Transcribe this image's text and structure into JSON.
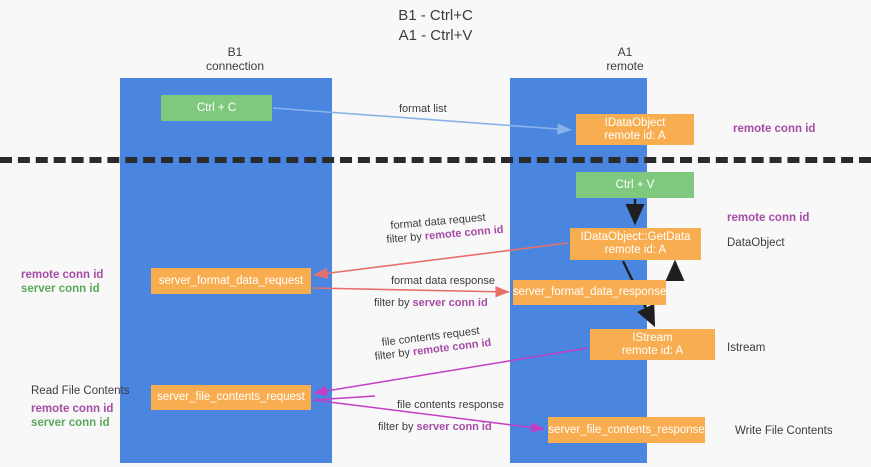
{
  "title": "B1 - Ctrl+C\nA1 - Ctrl+V",
  "lanes": [
    {
      "name": "b1",
      "header": "B1\nconnection",
      "color": "#4a86e0"
    },
    {
      "name": "a1",
      "header": "A1\nremote",
      "color": "#4a86e0"
    }
  ],
  "nodes": {
    "ctrl_c": "Ctrl + C",
    "idataobject": "IDataObject\nremote id: A",
    "ctrl_v": "Ctrl + V",
    "getdata": "IDataObject::GetData\nremote id: A",
    "server_format_data_request": "server_format_data_request",
    "server_format_data_response": "server_format_data_response",
    "istream": "IStream\nremote id: A",
    "server_file_contents_request": "server_file_contents_request",
    "server_file_contents_response": "server_file_contents_response"
  },
  "edges": {
    "format_list": "format list",
    "format_data_request": "format data request",
    "format_data_request_filter_prefix": "filter by ",
    "format_data_request_filter_key": "remote conn id",
    "format_data_response": "format data response",
    "format_data_response_filter_prefix": "filter by ",
    "format_data_response_filter_key": "server conn id",
    "file_contents_request": "file contents request",
    "file_contents_request_filter_prefix": "filter by ",
    "file_contents_request_filter_key": "remote conn id",
    "file_contents_response": "file contents response",
    "file_contents_response_filter_prefix": "filter by ",
    "file_contents_response_filter_key": "server conn id"
  },
  "annotations": {
    "remote_conn_id_top": "remote conn id",
    "remote_conn_id_mid": "remote conn id",
    "dataobject": "DataObject",
    "istream": "Istream",
    "write_file_contents": "Write File Contents",
    "read_file_contents": "Read File Contents",
    "left_mid_remote": "remote conn id",
    "left_mid_server": "server conn id",
    "left_bottom_remote": "remote conn id",
    "left_bottom_server": "server conn id"
  },
  "colors": {
    "lane": "#4a86e0",
    "node_green": "#7ec97e",
    "node_orange": "#f9ad51",
    "purple": "#a64ca6",
    "green_text": "#5aa85a",
    "arrow_blue": "#8ab4e8",
    "arrow_red": "#e8706a",
    "arrow_magenta": "#c23fc2",
    "arrow_black": "#1f1f1f",
    "divider": "#2b2b2b",
    "background": "#f8f8f8"
  }
}
